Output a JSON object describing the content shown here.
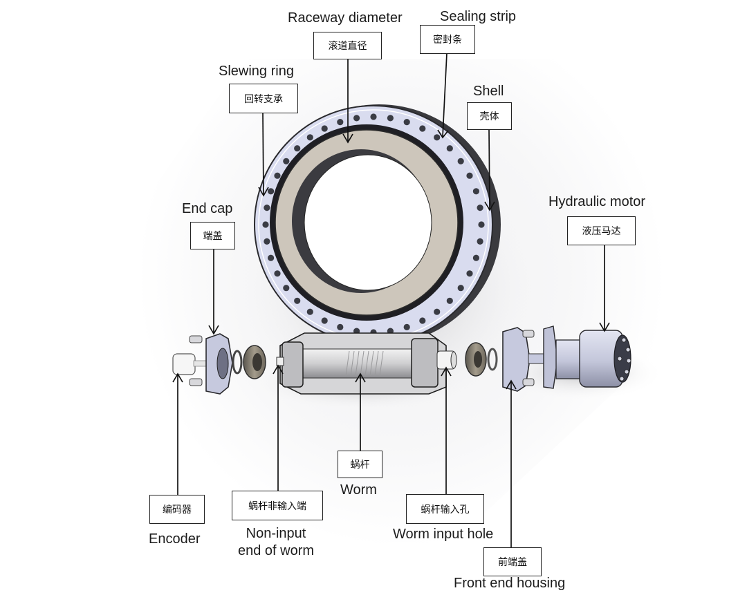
{
  "diagram": {
    "title": "Slewing drive exploded view",
    "colors": {
      "ring_face": "#d9dcef",
      "ring_inner": "#cdc6bb",
      "bolt_hole": "#3a3c44",
      "metal_dark": "#2b2b2e",
      "housing": "#c9c9cc",
      "motor": "#c6c9de",
      "leader_line": "#111111"
    },
    "labels": [
      {
        "id": "raceway-diameter",
        "cn": "滚道直径",
        "en": "Raceway diameter"
      },
      {
        "id": "sealing-strip",
        "cn": "密封条",
        "en": "Sealing strip"
      },
      {
        "id": "slewing-ring",
        "cn": "回转支承",
        "en": "Slewing ring"
      },
      {
        "id": "shell",
        "cn": "壳体",
        "en": "Shell"
      },
      {
        "id": "end-cap",
        "cn": "端盖",
        "en": "End cap"
      },
      {
        "id": "hydraulic-motor",
        "cn": "液压马达",
        "en": "Hydraulic motor"
      },
      {
        "id": "encoder",
        "cn": "编码器",
        "en": "Encoder"
      },
      {
        "id": "non-input-end",
        "cn": "蜗杆非输入端",
        "en_line1": "Non-input",
        "en_line2": "end of worm"
      },
      {
        "id": "worm",
        "cn": "蜗杆",
        "en": "Worm"
      },
      {
        "id": "worm-input-hole",
        "cn": "蜗杆输入孔",
        "en": "Worm input hole"
      },
      {
        "id": "front-end-housing",
        "cn": "前端盖",
        "en": "Front end housing"
      }
    ]
  }
}
